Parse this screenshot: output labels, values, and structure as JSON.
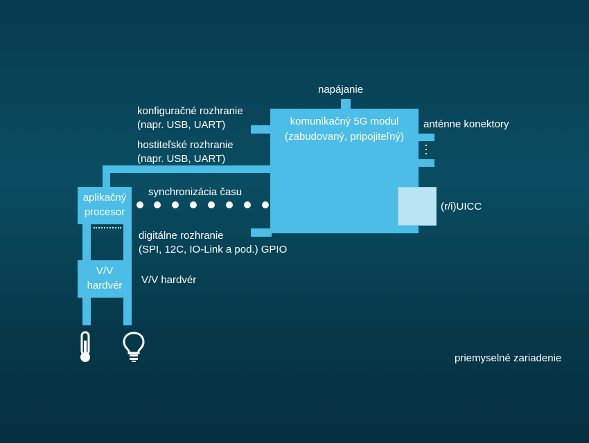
{
  "module": {
    "title_line1": "komunikačný 5G modul",
    "title_line2": "(zabudovaný, pripojiteľný)"
  },
  "labels": {
    "power": "napájanie",
    "config_line1": "konfiguračné rozhranie",
    "config_line2": "(napr. USB, UART)",
    "host_line1": "hostiteľské rozhranie",
    "host_line2": "(napr. USB, UART)",
    "antenna": "anténne konektory",
    "time_sync": "synchronizácia času",
    "digital_line1": "digitálne rozhranie",
    "digital_line2": "(SPI, 12C, IO-Link a pod.) GPIO",
    "uicc": "(r/i)UICC",
    "io_hw": "V/V hardvér",
    "industrial": "priemyselné zariadenie"
  },
  "app_processor": {
    "line1": "aplikačný",
    "line2": "procesor"
  },
  "io_box": {
    "line1": "V/V",
    "line2": "hardvér"
  },
  "icons": [
    "thermometer-icon",
    "light-bulb-icon"
  ],
  "colors": {
    "accent": "#4bbde6",
    "uicc": "#b9e4f4",
    "text": "#ffffff"
  }
}
